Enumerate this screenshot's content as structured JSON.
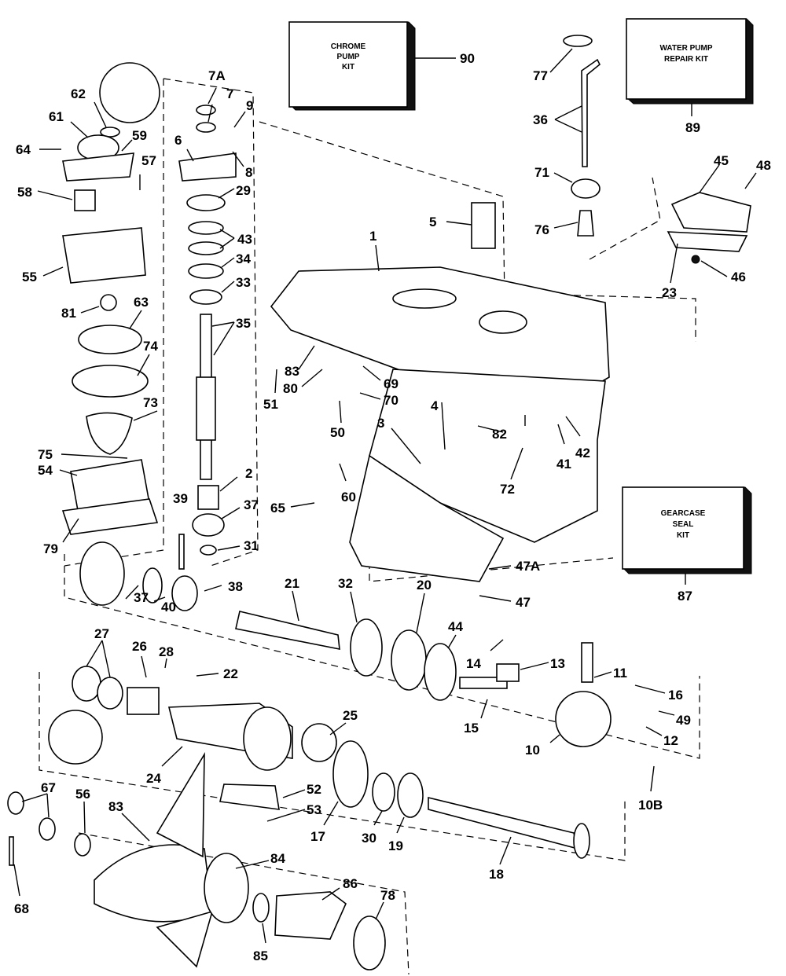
{
  "kits": {
    "chrome_pump": {
      "lines": [
        "CHROME",
        "PUMP",
        "KIT"
      ],
      "number": "90"
    },
    "water_pump": {
      "lines": [
        "WATER PUMP",
        "REPAIR KIT"
      ],
      "number": "89"
    },
    "gearcase_seal": {
      "lines": [
        "GEARCASE",
        "SEAL",
        "KIT"
      ],
      "number": "87"
    }
  },
  "labels": {
    "p7A": "7A",
    "p7": "7",
    "p9": "9",
    "p8": "8",
    "p6": "6",
    "p29": "29",
    "p43": "43",
    "p34": "34",
    "p33": "33",
    "p35": "35",
    "p62": "62",
    "p61": "61",
    "p59": "59",
    "p64": "64",
    "p57": "57",
    "p58": "58",
    "p55": "55",
    "p81": "81",
    "p63": "63",
    "p74": "74",
    "p73": "73",
    "p75": "75",
    "p54": "54",
    "p79": "79",
    "p2": "2",
    "p37a": "37",
    "p39": "39",
    "p31": "31",
    "p38": "38",
    "p37b": "37",
    "p40": "40",
    "p21": "21",
    "p32": "32",
    "p20": "20",
    "p44": "44",
    "p14": "14",
    "p13": "13",
    "p11": "11",
    "p16": "16",
    "p49": "49",
    "p12": "12",
    "p10": "10",
    "p10B": "10B",
    "p15": "15",
    "p27": "27",
    "p26": "26",
    "p28": "28",
    "p22": "22",
    "p25": "25",
    "p24": "24",
    "p52": "52",
    "p53": "53",
    "p17": "17",
    "p30": "30",
    "p19": "19",
    "p18": "18",
    "p67": "67",
    "p56": "56",
    "p83b": "83",
    "p84": "84",
    "p68": "68",
    "p86": "86",
    "p78": "78",
    "p85": "85",
    "p1": "1",
    "p5": "5",
    "p83a": "83",
    "p80": "80",
    "p69": "69",
    "p70": "70",
    "p51": "51",
    "p50": "50",
    "p4": "4",
    "p3": "3",
    "p82": "82",
    "p41": "41",
    "p42": "42",
    "p72": "72",
    "p60": "60",
    "p65": "65",
    "p47A": "47A",
    "p47": "47",
    "p77": "77",
    "p36": "36",
    "p71": "71",
    "p76": "76",
    "p45": "45",
    "p48": "48",
    "p23": "23",
    "p46": "46"
  }
}
